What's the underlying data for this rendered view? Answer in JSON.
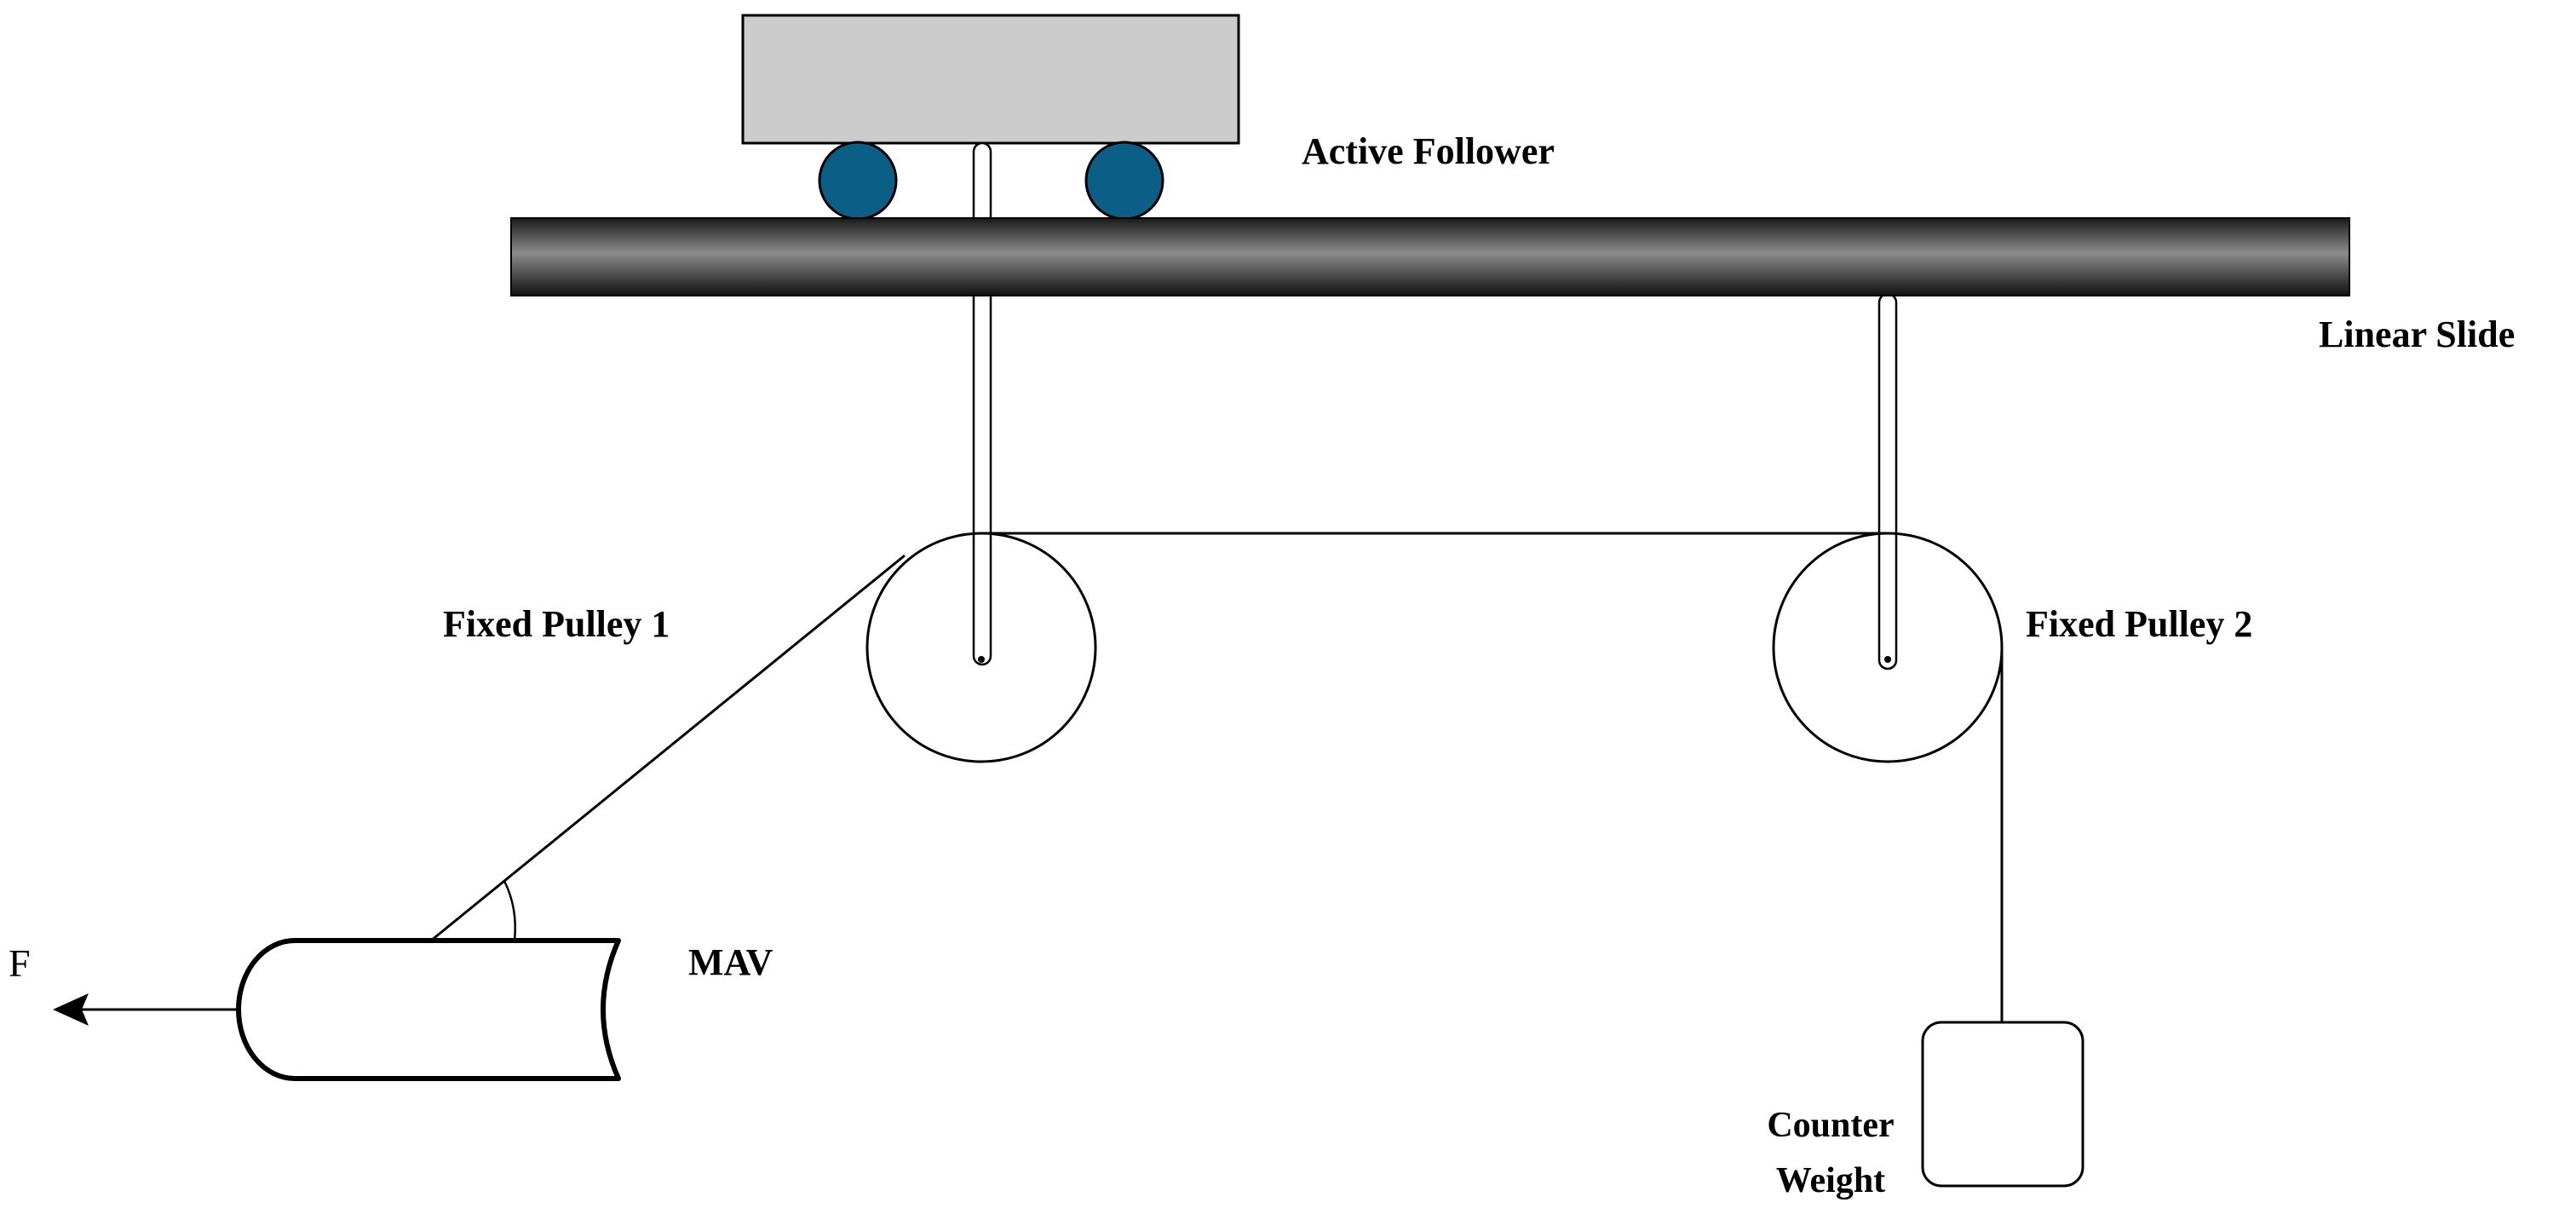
{
  "labels": {
    "active_follower": "Active Follower",
    "linear_slide": "Linear Slide",
    "fixed_pulley_1": "Fixed Pulley 1",
    "fixed_pulley_2": "Fixed Pulley 2",
    "mav": "MAV",
    "force": "F",
    "counter_weight_line1": "Counter",
    "counter_weight_line2": "Weight"
  },
  "colors": {
    "background": "#ffffff",
    "carriage_fill": "#cccccc",
    "wheel_fill": "#0b5f86",
    "slide_dark": "#111111",
    "slide_light": "#8a8a8a",
    "stroke": "#000000"
  }
}
